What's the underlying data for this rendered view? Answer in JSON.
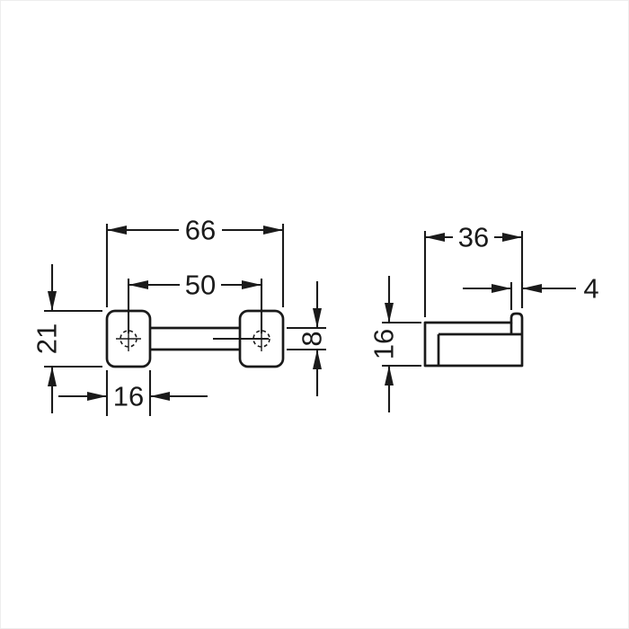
{
  "drawing": {
    "background": "#ffffff",
    "line_color": "#1a1a1a",
    "front_view": {
      "dim_total_width": "66",
      "dim_hole_spacing": "50",
      "dim_plate_height": "21",
      "dim_plate_width": "16",
      "dim_bar_height": "8"
    },
    "side_view": {
      "dim_depth": "36",
      "dim_lip_thickness": "4",
      "dim_height": "16"
    }
  }
}
